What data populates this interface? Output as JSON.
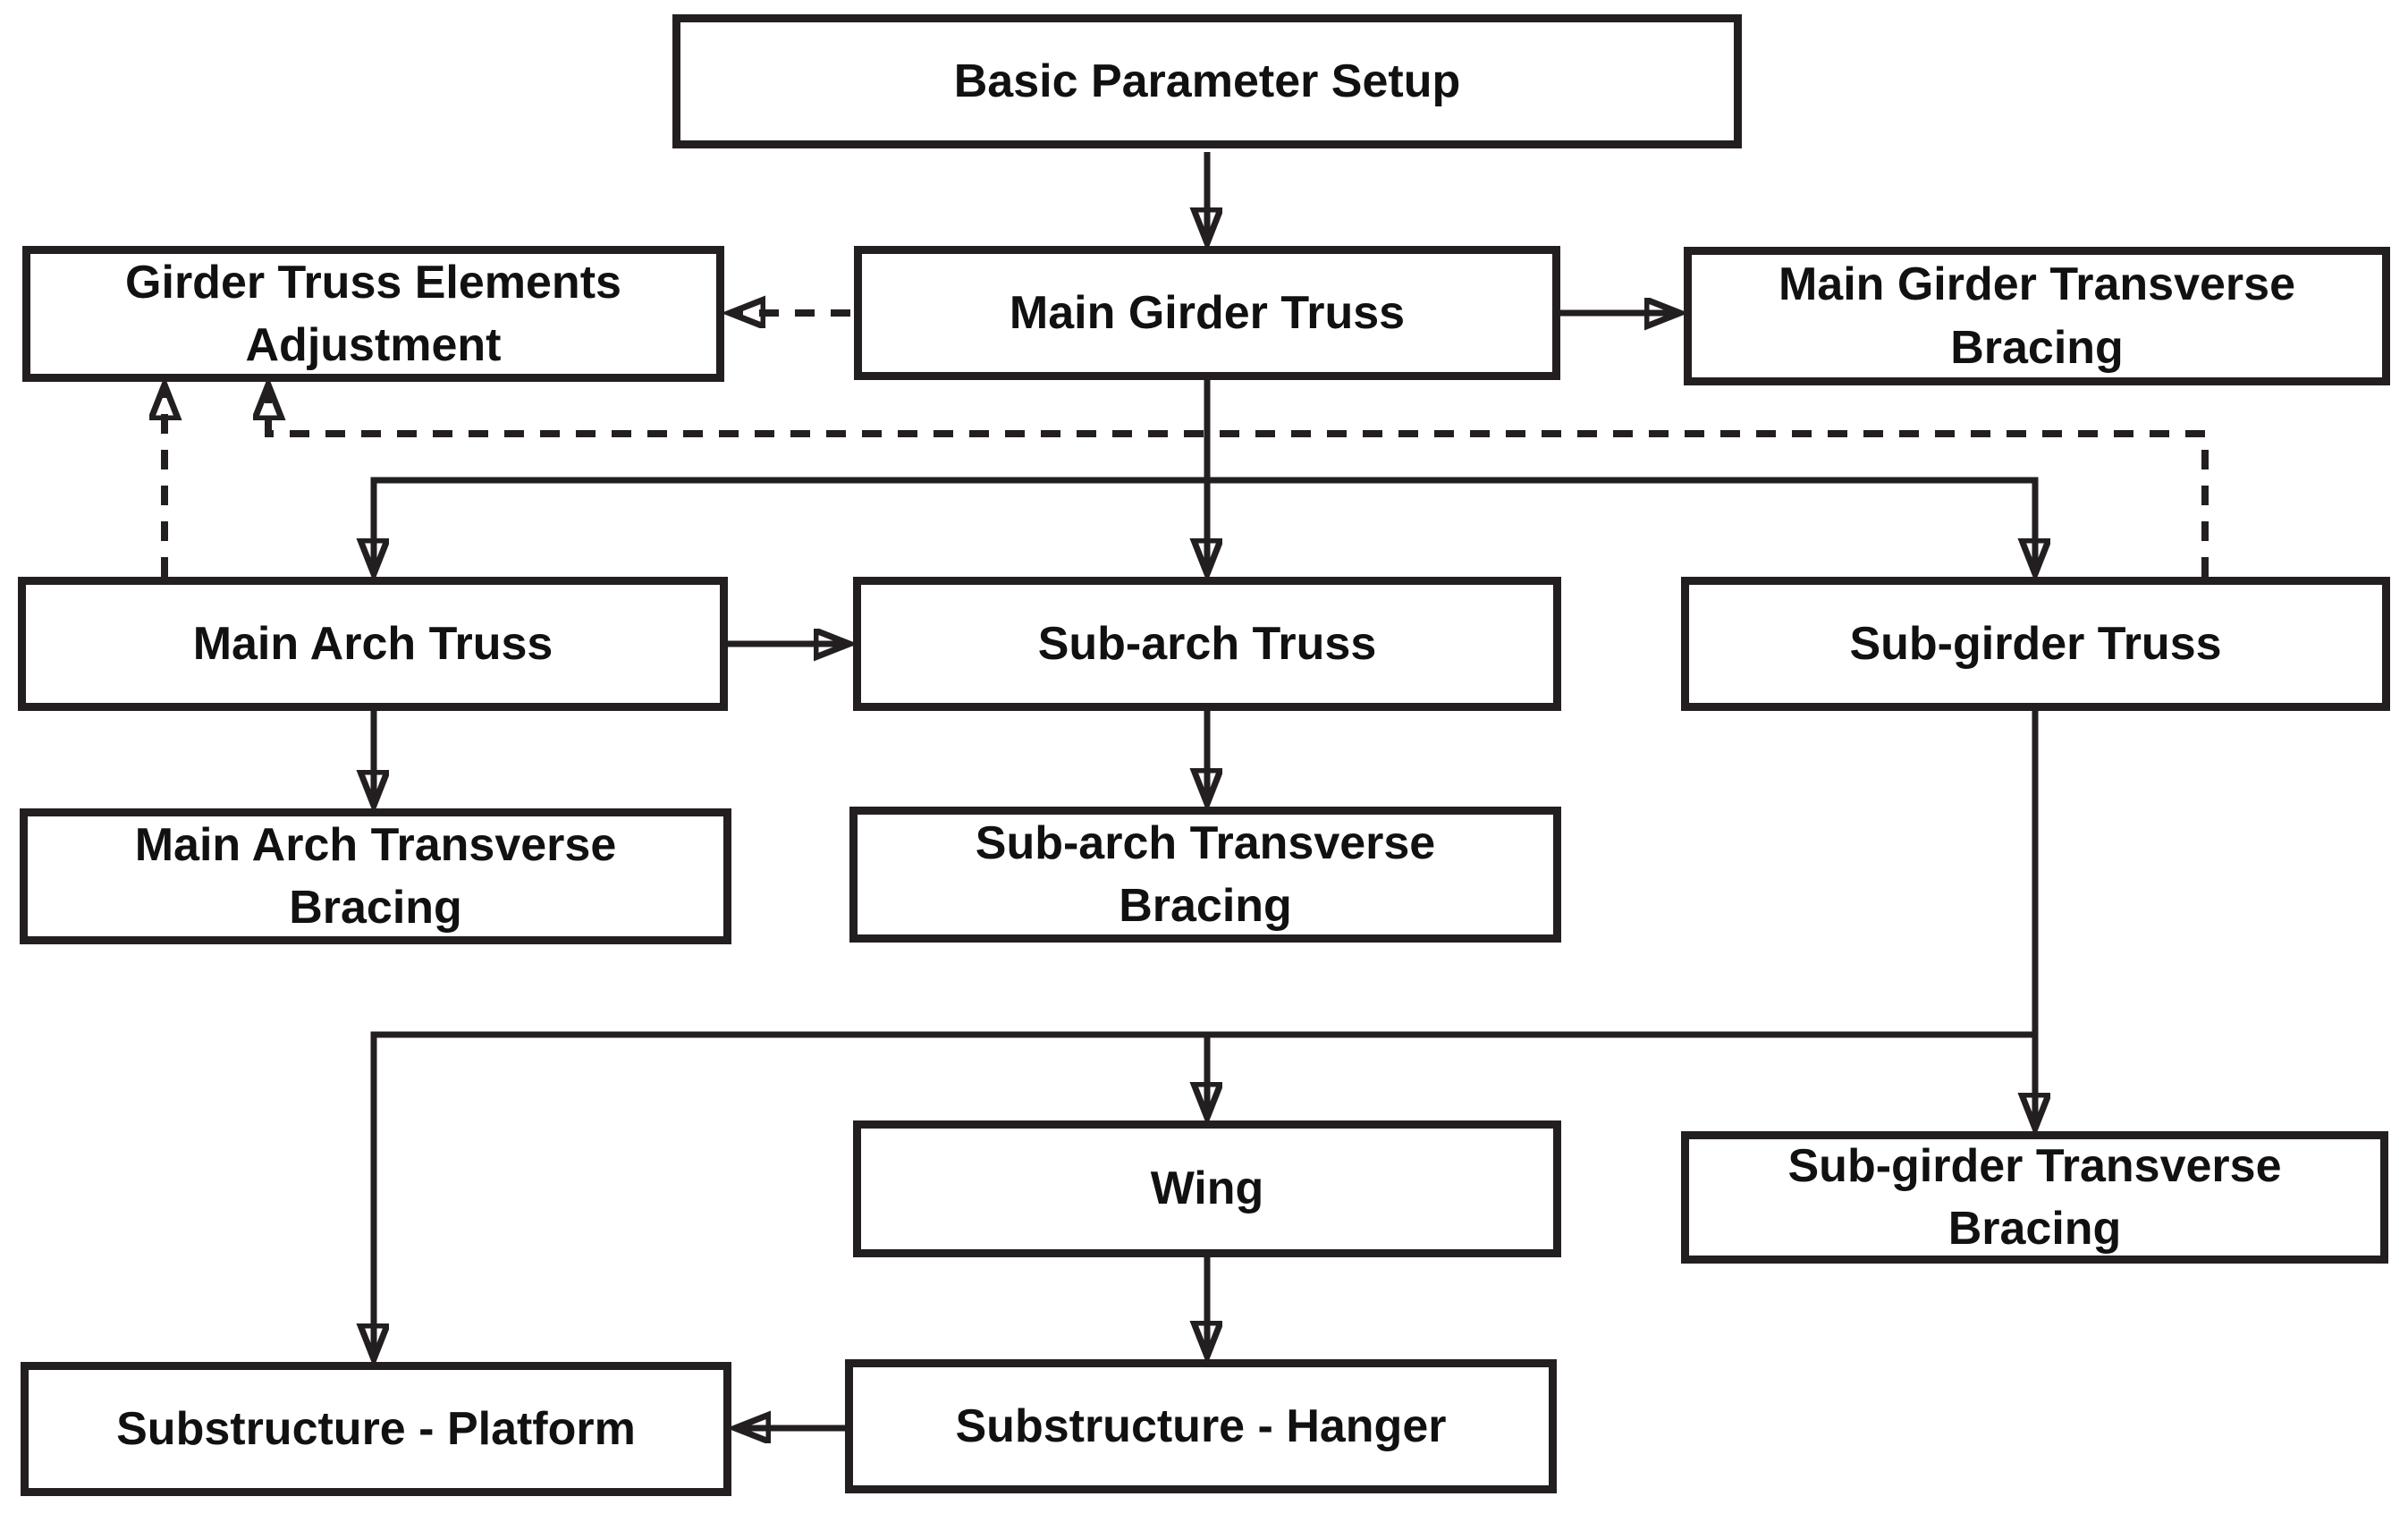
{
  "diagram": {
    "type": "flowchart",
    "colors": {
      "line": "#231f20",
      "box_border": "#231f20",
      "box_fill": "#ffffff",
      "text": "#111111",
      "background": "#ffffff"
    },
    "nodes": {
      "basic_parameter_setup": {
        "label": "Basic Parameter Setup"
      },
      "girder_truss_elements_adjustment": {
        "label": "Girder Truss Elements Adjustment"
      },
      "main_girder_truss": {
        "label": "Main Girder Truss"
      },
      "main_girder_transverse_bracing": {
        "label": "Main Girder Transverse Bracing"
      },
      "main_arch_truss": {
        "label": "Main Arch Truss"
      },
      "sub_arch_truss": {
        "label": "Sub-arch Truss"
      },
      "sub_girder_truss": {
        "label": "Sub-girder Truss"
      },
      "main_arch_transverse_bracing": {
        "label": "Main Arch Transverse Bracing"
      },
      "sub_arch_transverse_bracing": {
        "label": "Sub-arch Transverse Bracing"
      },
      "wing": {
        "label": "Wing"
      },
      "sub_girder_transverse_bracing": {
        "label": "Sub-girder Transverse Bracing"
      },
      "substructure_platform": {
        "label": "Substructure - Platform"
      },
      "substructure_hanger": {
        "label": "Substructure - Hanger"
      }
    },
    "edges": [
      {
        "from": "basic_parameter_setup",
        "to": "main_girder_truss",
        "style": "solid"
      },
      {
        "from": "main_girder_truss",
        "to": "girder_truss_elements_adjustment",
        "style": "dashed"
      },
      {
        "from": "main_girder_truss",
        "to": "main_girder_transverse_bracing",
        "style": "solid"
      },
      {
        "from": "main_girder_truss",
        "to": "main_arch_truss",
        "style": "solid"
      },
      {
        "from": "main_girder_truss",
        "to": "sub_arch_truss",
        "style": "solid"
      },
      {
        "from": "main_girder_truss",
        "to": "sub_girder_truss",
        "style": "solid"
      },
      {
        "from": "main_arch_truss",
        "to": "sub_arch_truss",
        "style": "solid"
      },
      {
        "from": "main_arch_truss",
        "to": "girder_truss_elements_adjustment",
        "style": "dashed"
      },
      {
        "from": "sub_girder_truss",
        "to": "girder_truss_elements_adjustment",
        "style": "dashed"
      },
      {
        "from": "main_arch_truss",
        "to": "main_arch_transverse_bracing",
        "style": "solid"
      },
      {
        "from": "sub_arch_truss",
        "to": "sub_arch_transverse_bracing",
        "style": "solid"
      },
      {
        "from": "sub_girder_truss",
        "to": "sub_girder_transverse_bracing",
        "style": "solid"
      },
      {
        "from": "sub_girder_truss",
        "to": "wing",
        "style": "solid"
      },
      {
        "from": "sub_girder_truss",
        "to": "substructure_platform",
        "style": "solid"
      },
      {
        "from": "wing",
        "to": "substructure_hanger",
        "style": "solid"
      },
      {
        "from": "substructure_hanger",
        "to": "substructure_platform",
        "style": "solid"
      }
    ]
  }
}
